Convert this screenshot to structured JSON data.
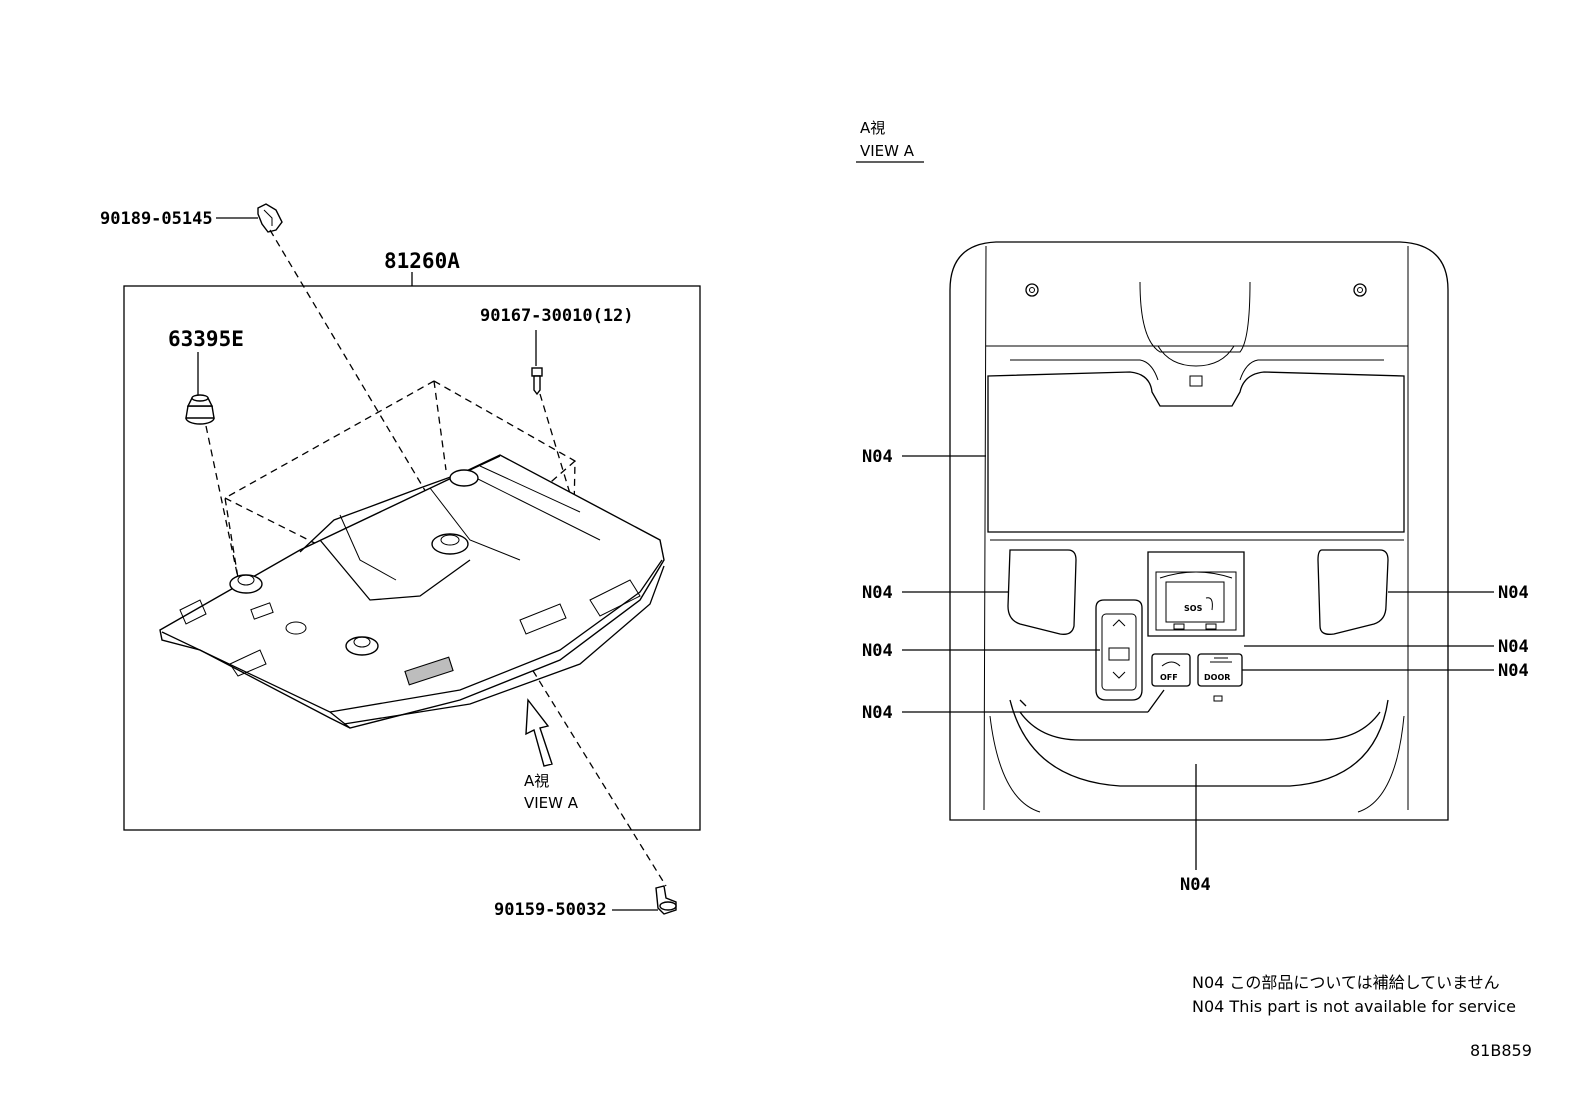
{
  "diagram": {
    "left_view": {
      "assembly_label": "81260A",
      "parts": [
        {
          "id": "p1",
          "number": "90189-05145"
        },
        {
          "id": "p2",
          "number": "63395E"
        },
        {
          "id": "p3",
          "number": "90167-30010(12)"
        },
        {
          "id": "p4",
          "number": "90159-50032"
        }
      ],
      "view_arrow": {
        "jp": "A視",
        "en": "VIEW A"
      }
    },
    "right_view": {
      "title_jp": "A視",
      "title_en": "VIEW A",
      "callout_label": "N04",
      "button_texts": {
        "sos": "SOS",
        "off": "OFF",
        "door": "DOOR"
      }
    },
    "notes": [
      "N04 この部品については補給していません",
      "N04 This part is not available for service"
    ],
    "diagram_code": "81B859"
  }
}
